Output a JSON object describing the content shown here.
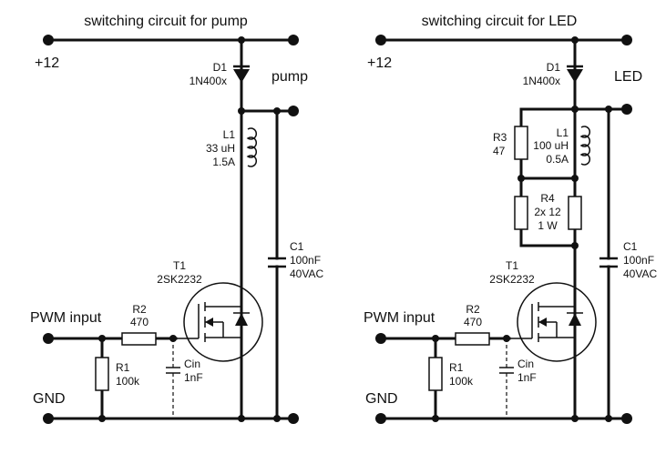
{
  "left": {
    "title": "switching circuit for pump",
    "supply": "+12",
    "load": "pump",
    "d1": {
      "name": "D1",
      "part": "1N400x"
    },
    "l1": {
      "name": "L1",
      "value1": "33 uH",
      "value2": "1.5A"
    },
    "c1": {
      "name": "C1",
      "value1": "100nF",
      "value2": "40VAC"
    },
    "t1": {
      "name": "T1",
      "part": "2SK2232"
    },
    "r2": {
      "name": "R2",
      "value": "470"
    },
    "r1": {
      "name": "R1",
      "value": "100k"
    },
    "cin": {
      "name": "Cin",
      "value": "1nF"
    },
    "input": "PWM input",
    "gnd": "GND"
  },
  "right": {
    "title": "switching circuit for LED",
    "supply": "+12",
    "load": "LED",
    "d1": {
      "name": "D1",
      "part": "1N400x"
    },
    "r3": {
      "name": "R3",
      "value": "47"
    },
    "l1": {
      "name": "L1",
      "value1": "100 uH",
      "value2": "0.5A"
    },
    "r4": {
      "name": "R4",
      "value1": "2x 12",
      "value2": "1 W"
    },
    "c1": {
      "name": "C1",
      "value1": "100nF",
      "value2": "40VAC"
    },
    "t1": {
      "name": "T1",
      "part": "2SK2232"
    },
    "r2": {
      "name": "R2",
      "value": "470"
    },
    "r1": {
      "name": "R1",
      "value": "100k"
    },
    "cin": {
      "name": "Cin",
      "value": "1nF"
    },
    "input": "PWM input",
    "gnd": "GND"
  }
}
